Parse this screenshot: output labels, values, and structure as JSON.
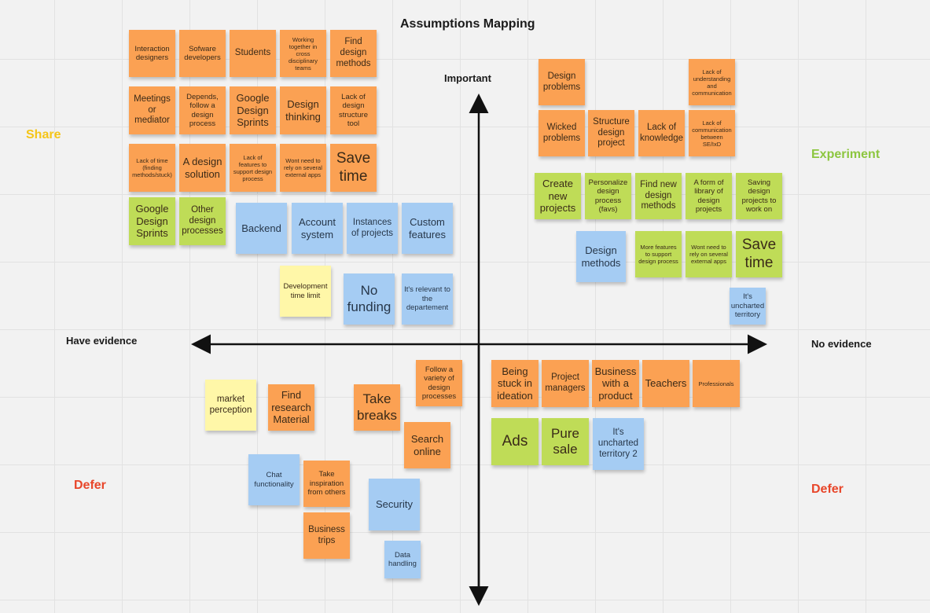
{
  "board": {
    "title": "Assumptions Mapping",
    "axes": {
      "top": "Important",
      "left": "Have evidence",
      "right": "No evidence"
    },
    "quadrants": {
      "share": {
        "label": "Share",
        "color": "#f5c518"
      },
      "experiment": {
        "label": "Experiment",
        "color": "#8cc63f"
      },
      "defer_left": {
        "label": "Defer",
        "color": "#e8462a"
      },
      "defer_right": {
        "label": "Defer",
        "color": "#e8462a"
      }
    },
    "note_colors": {
      "orange": "#fba153",
      "green": "#bfdc57",
      "blue": "#a5ccf3",
      "yellow": "#fff7a8"
    }
  },
  "notes": [
    {
      "text": "Interaction designers",
      "color": "orange"
    },
    {
      "text": "Sofware developers",
      "color": "orange"
    },
    {
      "text": "Students",
      "color": "orange"
    },
    {
      "text": "Working together in cross disciplinary teams",
      "color": "orange"
    },
    {
      "text": "Find design methods",
      "color": "orange"
    },
    {
      "text": "Meetings or mediator",
      "color": "orange"
    },
    {
      "text": "Depends, follow a design process",
      "color": "orange"
    },
    {
      "text": "Google Design Sprints",
      "color": "orange"
    },
    {
      "text": "Design thinking",
      "color": "orange"
    },
    {
      "text": "Lack of design structure tool",
      "color": "orange"
    },
    {
      "text": "Lack of time (finding methods/stuck)",
      "color": "orange"
    },
    {
      "text": "A design solution",
      "color": "orange"
    },
    {
      "text": "Lack of features to support design process",
      "color": "orange"
    },
    {
      "text": "Wont need to rely on several external apps",
      "color": "orange"
    },
    {
      "text": "Save time",
      "color": "orange"
    },
    {
      "text": "Google Design Sprints",
      "color": "green"
    },
    {
      "text": "Other design processes",
      "color": "green"
    },
    {
      "text": "Backend",
      "color": "blue"
    },
    {
      "text": "Account system",
      "color": "blue"
    },
    {
      "text": "Instances of projects",
      "color": "blue"
    },
    {
      "text": "Custom features",
      "color": "blue"
    },
    {
      "text": "Development time limit",
      "color": "yellow"
    },
    {
      "text": "No funding",
      "color": "blue"
    },
    {
      "text": "It's relevant to the departement",
      "color": "blue"
    },
    {
      "text": "Design problems",
      "color": "orange"
    },
    {
      "text": "Lack of understanding and communication",
      "color": "orange"
    },
    {
      "text": "Wicked problems",
      "color": "orange"
    },
    {
      "text": "Structure design project",
      "color": "orange"
    },
    {
      "text": "Lack of knowledge",
      "color": "orange"
    },
    {
      "text": "Lack of communication between SE/IxD",
      "color": "orange"
    },
    {
      "text": "Create new projects",
      "color": "green"
    },
    {
      "text": "Personalize design process (favs)",
      "color": "green"
    },
    {
      "text": "Find new design methods",
      "color": "green"
    },
    {
      "text": "A form of library of design projects",
      "color": "green"
    },
    {
      "text": "Saving design projects to work on",
      "color": "green"
    },
    {
      "text": "Design methods",
      "color": "blue"
    },
    {
      "text": "More features to support design process",
      "color": "green"
    },
    {
      "text": "Wont need to rely on several external apps",
      "color": "green"
    },
    {
      "text": "Save time",
      "color": "green"
    },
    {
      "text": "It's uncharted territory",
      "color": "blue"
    },
    {
      "text": "market perception",
      "color": "yellow"
    },
    {
      "text": "Find research Material",
      "color": "orange"
    },
    {
      "text": "Take breaks",
      "color": "orange"
    },
    {
      "text": "Follow a variety of design processes",
      "color": "orange"
    },
    {
      "text": "Search online",
      "color": "orange"
    },
    {
      "text": "Chat functionality",
      "color": "blue"
    },
    {
      "text": "Take inspiration from others",
      "color": "orange"
    },
    {
      "text": "Security",
      "color": "blue"
    },
    {
      "text": "Business trips",
      "color": "orange"
    },
    {
      "text": "Data handling",
      "color": "blue"
    },
    {
      "text": "Being stuck in ideation",
      "color": "orange"
    },
    {
      "text": "Project managers",
      "color": "orange"
    },
    {
      "text": "Business with a product",
      "color": "orange"
    },
    {
      "text": "Teachers",
      "color": "orange"
    },
    {
      "text": "Professionals",
      "color": "orange"
    },
    {
      "text": "Ads",
      "color": "green"
    },
    {
      "text": "Pure sale",
      "color": "green"
    },
    {
      "text": "It's uncharted territory 2",
      "color": "blue"
    }
  ]
}
